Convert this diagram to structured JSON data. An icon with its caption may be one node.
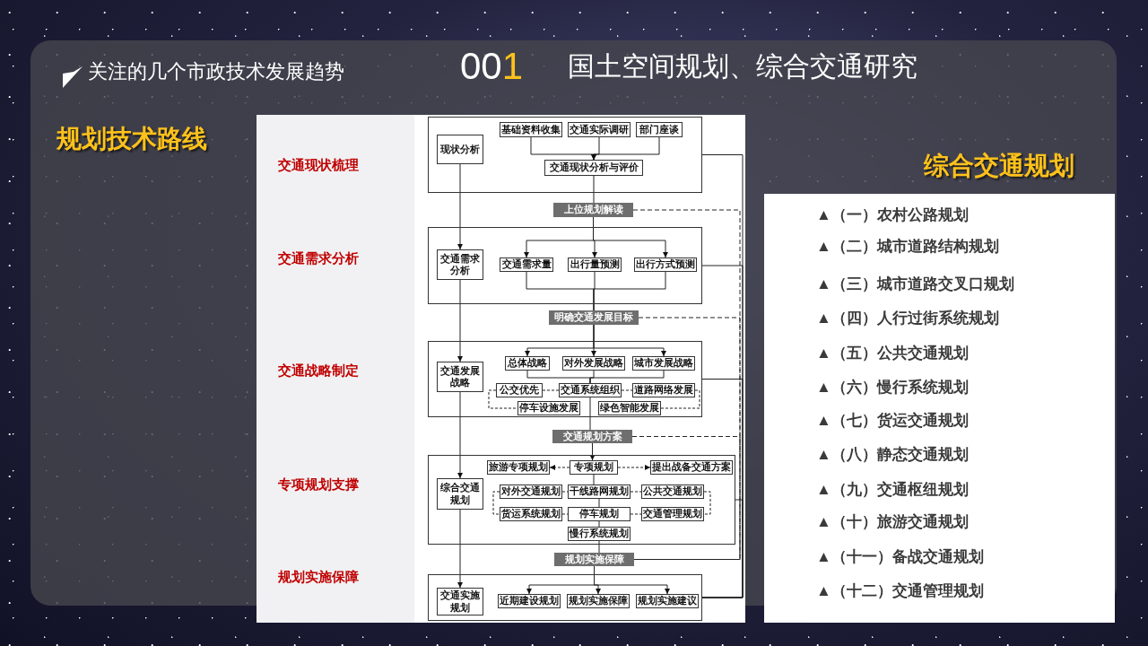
{
  "diagram": {
    "nodes": [
      {
        "text": [],
        "shape": "box"
      },
      {
        "text": [
          "现状分析"
        ],
        "in": 0
      },
      {
        "text": [
          "基础资料收集"
        ],
        "in": 0
      },
      {
        "text": [
          "交通实际调研"
        ],
        "in": 0
      },
      {
        "text": [
          "部门座谈"
        ],
        "in": 0
      },
      {
        "text": [
          "交通现状分析与评价"
        ],
        "in": 0
      },
      {
        "text": [
          "上位规划解读"
        ]
      },
      {
        "text": [],
        "shape": "box"
      },
      {
        "text": [
          "交通需求分析"
        ],
        "in": 7
      },
      {
        "text": [
          "交通需求量"
        ],
        "in": 7
      },
      {
        "text": [
          "出行量预测"
        ],
        "in": 7
      },
      {
        "text": [
          "出行方式预测"
        ],
        "in": 7
      },
      {
        "text": [
          "明确交通发展目标"
        ]
      },
      {
        "text": [],
        "shape": "box"
      },
      {
        "text": [
          "交通发展战略"
        ],
        "in": 13
      },
      {
        "text": [
          "总体战略"
        ],
        "in": 13
      },
      {
        "text": [
          "对外发展战略"
        ],
        "in": 13
      },
      {
        "text": [
          "城市发展战略"
        ],
        "in": 13
      },
      {
        "text": [
          "公交优先"
        ],
        "in": 13
      },
      {
        "text": [
          "交通系统组织"
        ],
        "in": 13
      },
      {
        "text": [
          "道路网络发展"
        ],
        "in": 13
      },
      {
        "text": [
          "停车设施发展"
        ],
        "in": 13
      },
      {
        "text": [
          "绿色智能发展"
        ],
        "in": 13
      },
      {
        "text": [
          "交通规划方案"
        ]
      },
      {
        "text": [],
        "shape": "box"
      },
      {
        "text": [
          "综合交通规划"
        ],
        "in": 24
      },
      {
        "text": [
          "旅游专项规划"
        ],
        "in": 24
      },
      {
        "text": [
          "专项规划"
        ],
        "in": 24
      },
      {
        "text": [
          "提出战备交通方案"
        ],
        "in": 24
      },
      {
        "text": [
          "对外交通规划"
        ],
        "in": 24
      },
      {
        "text": [
          "干线路网规划"
        ],
        "in": 24
      },
      {
        "text": [
          "公共交通规划"
        ],
        "in": 24
      },
      {
        "text": [
          "货运系统规划"
        ],
        "in": 24
      },
      {
        "text": [
          "停车规划"
        ],
        "in": 24
      },
      {
        "text": [
          "交通管理规划"
        ],
        "in": 24
      },
      {
        "text": [
          "慢行系统规划"
        ],
        "in": 24
      },
      {
        "text": [
          "规划实施保障"
        ]
      },
      {
        "text": [],
        "shape": "box"
      },
      {
        "text": [
          "交通实施规划"
        ],
        "in": 37
      },
      {
        "text": [
          "近期建设规划"
        ],
        "in": 37
      },
      {
        "text": [
          "规划实施保障"
        ],
        "in": 37
      },
      {
        "text": [
          "规划实施建议"
        ],
        "in": 37
      }
    ],
    "edges": [
      {
        "from": 1,
        "to": 8,
        "arrow": "to"
      },
      {
        "from": 8,
        "to": 14,
        "arrow": "to"
      },
      {
        "from": 14,
        "to": 25,
        "arrow": "to"
      },
      {
        "from": 25,
        "to": 38,
        "arrow": "to"
      },
      {
        "from": 2,
        "to": 5,
        "arrow": "to"
      },
      {
        "from": 3,
        "to": 5,
        "arrow": "to"
      },
      {
        "from": 4,
        "to": 5,
        "arrow": "to"
      },
      {
        "from": 5,
        "to": 6,
        "arrow": "none"
      },
      {
        "from": 6,
        "to": 9,
        "arrow": "to"
      },
      {
        "from": 6,
        "to": 10,
        "arrow": "to"
      },
      {
        "from": 6,
        "to": 11,
        "arrow": "to"
      },
      {
        "from": 9,
        "to": 12,
        "arrow": "none"
      },
      {
        "from": 10,
        "to": 12,
        "arrow": "none"
      },
      {
        "from": 11,
        "to": 12,
        "arrow": "none"
      },
      {
        "from": 12,
        "to": 15,
        "arrow": "to"
      },
      {
        "from": 12,
        "to": 16,
        "arrow": "to"
      },
      {
        "from": 12,
        "to": 17,
        "arrow": "to"
      },
      {
        "from": 15,
        "to": 19,
        "arrow": "none"
      },
      {
        "from": 16,
        "to": 19,
        "arrow": "none"
      },
      {
        "from": 17,
        "to": 19,
        "arrow": "none"
      },
      {
        "from": 19,
        "to": 23,
        "arrow": "none"
      },
      {
        "from": 18,
        "to": 19,
        "arrow": "none",
        "style": "dashed"
      },
      {
        "from": 19,
        "to": 20,
        "arrow": "none",
        "style": "dashed"
      },
      {
        "from": 18,
        "to": 21,
        "arrow": "none",
        "style": "dashed"
      },
      {
        "from": 20,
        "to": 22,
        "arrow": "none",
        "style": "dashed"
      },
      {
        "from": 23,
        "to": 27,
        "arrow": "to"
      },
      {
        "from": 27,
        "to": 26,
        "arrow": "to",
        "style": "dashed"
      },
      {
        "from": 27,
        "to": 28,
        "arrow": "to",
        "style": "dashed"
      },
      {
        "from": 27,
        "to": 30,
        "arrow": "none"
      },
      {
        "from": 30,
        "to": 33,
        "arrow": "none"
      },
      {
        "from": 33,
        "to": 35,
        "arrow": "none"
      },
      {
        "from": 29,
        "to": 30,
        "arrow": "none",
        "style": "dashed"
      },
      {
        "from": 30,
        "to": 31,
        "arrow": "none",
        "style": "dashed"
      },
      {
        "from": 32,
        "to": 33,
        "arrow": "none",
        "style": "dashed"
      },
      {
        "from": 33,
        "to": 34,
        "arrow": "none",
        "style": "dashed"
      },
      {
        "from": 29,
        "to": 32,
        "arrow": "none",
        "style": "dashed"
      },
      {
        "from": 31,
        "to": 34,
        "arrow": "none",
        "style": "dashed"
      },
      {
        "from": 35,
        "to": 36,
        "arrow": "none"
      },
      {
        "from": 36,
        "to": 39,
        "arrow": "to"
      },
      {
        "from": 36,
        "to": 40,
        "arrow": "to"
      },
      {
        "from": 36,
        "to": 41,
        "arrow": "to"
      },
      {
        "from": 0,
        "to": 37,
        "arrow": "none"
      },
      {
        "from": 7,
        "to": 37,
        "arrow": "none"
      },
      {
        "from": 13,
        "to": 37,
        "arrow": "none"
      },
      {
        "from": 24,
        "to": 37,
        "arrow": "none"
      },
      {
        "from": 6,
        "to": 36,
        "arrow": "none",
        "style": "dashed"
      },
      {
        "from": 12,
        "to": 36,
        "arrow": "none",
        "style": "dashed"
      },
      {
        "from": 23,
        "to": 36,
        "arrow": "none",
        "style": "dashed"
      }
    ],
    "labels": [
      "关注的几个市政技术发展趋势",
      "001",
      "国土空间规划、综合交通研究",
      "规划技术路线",
      "交通现状梳理",
      "交通需求分析",
      "交通战略制定",
      "专项规划支撑",
      "规划实施保障",
      "综合交通规划",
      "▲（一）农村公路规划",
      "▲（二）城市道路结构规划",
      "▲（三）城市道路交叉口规划",
      "▲（四）人行过街系统规划",
      "▲（五）公共交通规划",
      "▲（六）慢行系统规划",
      "▲（七）货运交通规划",
      "▲（八）静态交通规划",
      "▲（九）交通枢纽规划",
      "▲（十）旅游交通规划",
      "▲（十一）备战交通规划",
      "▲（十二）交通管理规划"
    ]
  }
}
